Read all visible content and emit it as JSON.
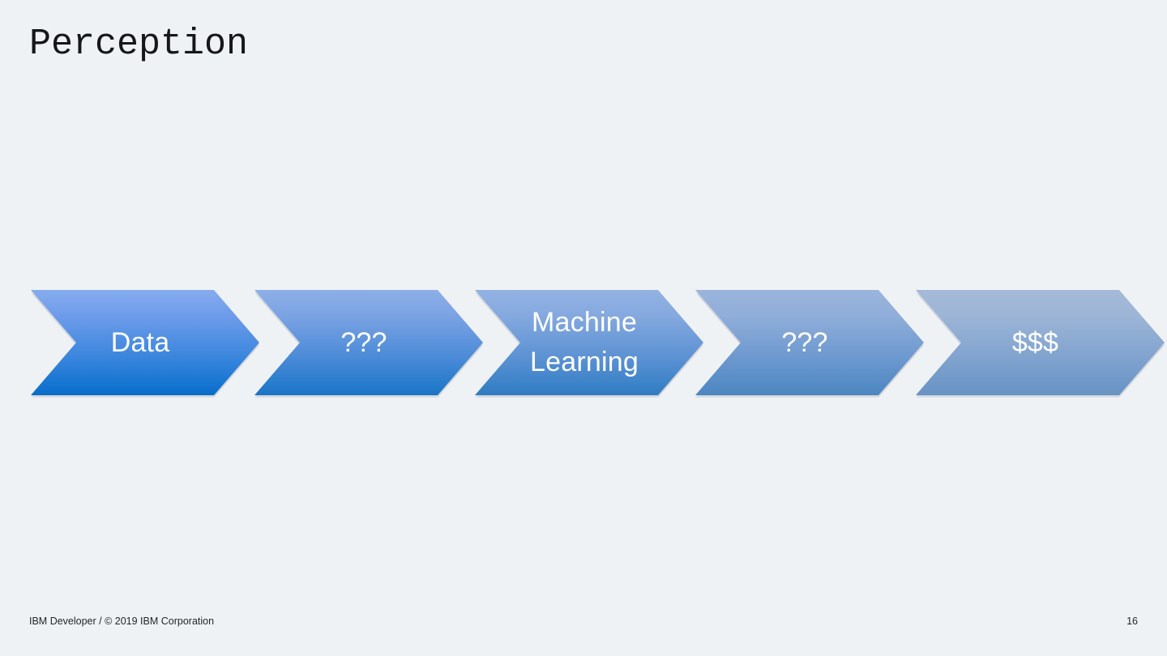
{
  "slide": {
    "title": "Perception",
    "page_number": "16",
    "background_color": "#eff2f5",
    "title_color": "#16171a"
  },
  "process_flow": {
    "name": "machine-learning-pipeline-chevrons",
    "label_color": "#ffffff",
    "steps": [
      {
        "index": 1,
        "label": "Data",
        "gradient_top": "#86ACEE",
        "gradient_bottom": "#0B6CC6"
      },
      {
        "index": 2,
        "label": "???",
        "gradient_top": "#8DAFE7",
        "gradient_bottom": "#1D74C4"
      },
      {
        "index": 3,
        "label": "Machine\nLearning",
        "gradient_top": "#93B2E2",
        "gradient_bottom": "#337BC1"
      },
      {
        "index": 4,
        "label": "???",
        "gradient_top": "#9AB4DC",
        "gradient_bottom": "#4D85BF"
      },
      {
        "index": 5,
        "label": "$$$",
        "gradient_top": "#A5B9D8",
        "gradient_bottom": "#6792C2"
      }
    ]
  },
  "footer": {
    "copyright": "IBM Developer / © 2019 IBM Corporation",
    "page_number": "16",
    "text_color": "#21272b"
  }
}
